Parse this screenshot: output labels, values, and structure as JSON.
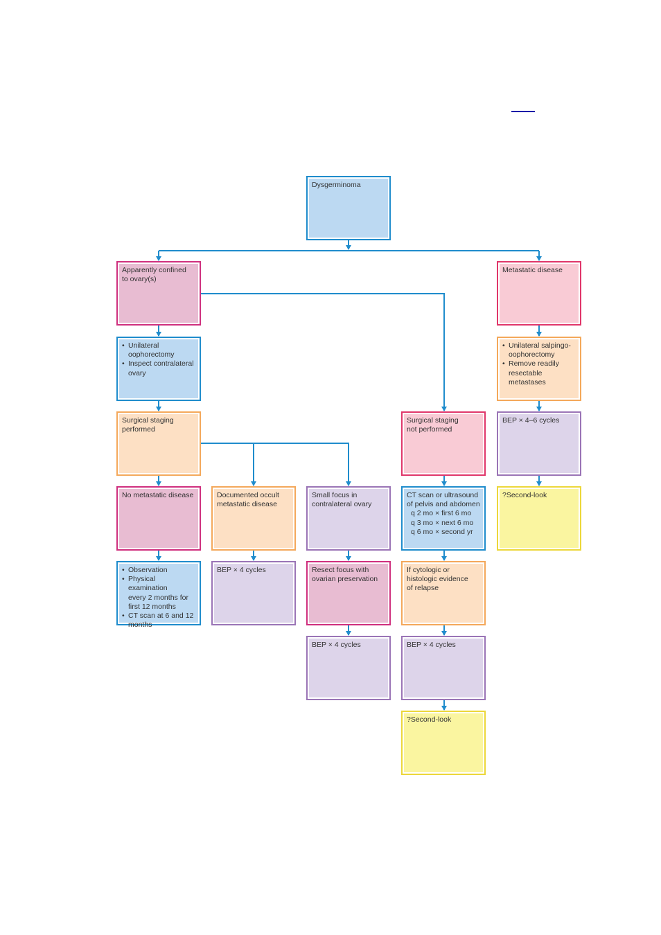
{
  "colors": {
    "connector": "#1f8ccc",
    "blue": "#1f8ccc",
    "pink": "#cf2f7e",
    "rose": "#e0366a",
    "peach": "#f4a85a",
    "lilac": "#9a74b6",
    "yellow": "#ecd73a"
  },
  "nodes": {
    "dysgerminoma": "Dysgerminoma",
    "confined": [
      "Apparently confined",
      "to ovary(s)"
    ],
    "metastatic": "Metastatic disease",
    "oophorectomy": [
      [
        "Unilateral",
        "oophorectomy"
      ],
      [
        "Inspect contralateral",
        "ovary"
      ]
    ],
    "salpingo": [
      [
        "Unilateral salpingo-",
        "oophorectomy"
      ],
      [
        "Remove readily",
        "resectable",
        "metastases"
      ]
    ],
    "staging_performed": [
      "Surgical staging",
      "performed"
    ],
    "staging_not_performed": [
      "Surgical staging",
      "not performed"
    ],
    "bep_4_6": "BEP × 4–6 cycles",
    "no_metastatic": "No metastatic disease",
    "occult": [
      "Documented occult",
      "metastatic disease"
    ],
    "small_focus": [
      "Small focus in",
      "contralateral ovary"
    ],
    "ct_scan": [
      "CT scan or ultrasound",
      "of pelvis and abdomen",
      "q 2 mo × first 6 mo",
      "q 3 mo × next 6 mo",
      "q 6 mo × second yr"
    ],
    "second_look_1": "?Second-look",
    "observation": [
      [
        "Observation"
      ],
      [
        "Physical examination",
        "every 2 months for",
        "first 12 months"
      ],
      [
        "CT scan at 6 and 12",
        "months"
      ]
    ],
    "bep_occult": "BEP × 4 cycles",
    "resect": [
      "Resect focus with",
      "ovarian preservation"
    ],
    "relapse": [
      "If cytologic or",
      "histologic evidence",
      "of relapse"
    ],
    "bep_resect": "BEP × 4 cycles",
    "bep_relapse": "BEP × 4 cycles",
    "second_look_2": "?Second-look"
  }
}
